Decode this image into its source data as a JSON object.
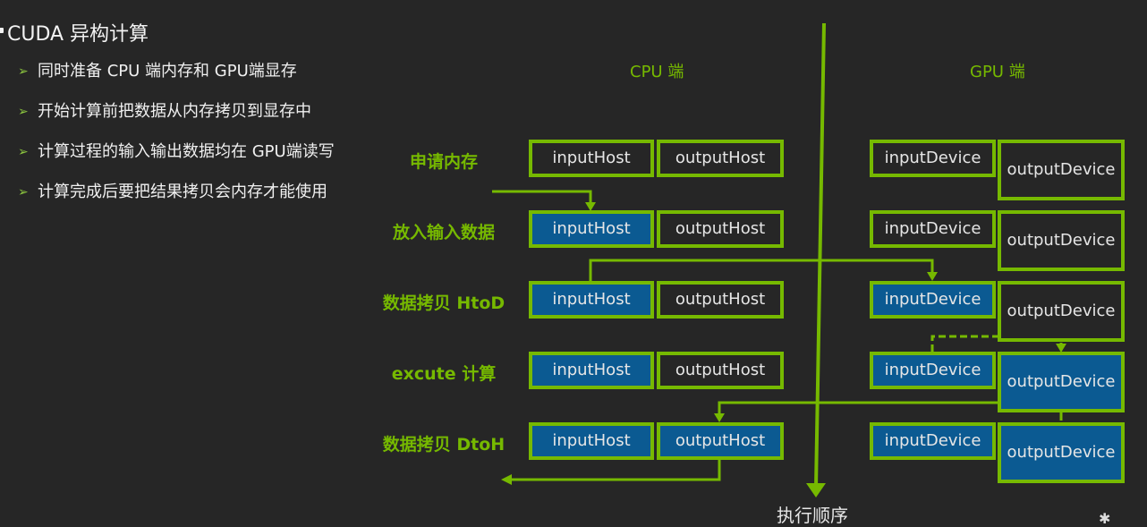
{
  "title": "CUDA 异构计算",
  "bullets": [
    "同时准备 CPU 端内存和 GPU端显存",
    "开始计算前把数据从内存拷贝到显存中",
    "计算过程的输入输出数据均在 GPU端读写",
    "计算完成后要把结果拷贝会内存才能使用"
  ],
  "diagram": {
    "cpu_header": "CPU 端",
    "gpu_header": "GPU 端",
    "exec_label": "执行顺序",
    "rows": [
      {
        "label": "申请内存",
        "cells": [
          {
            "text": "inputHost",
            "filled": false
          },
          {
            "text": "outputHost",
            "filled": false
          },
          {
            "text": "inputDevice",
            "filled": false
          },
          {
            "text": "outputDevice",
            "filled": false
          }
        ]
      },
      {
        "label": "放入输入数据",
        "cells": [
          {
            "text": "inputHost",
            "filled": true
          },
          {
            "text": "outputHost",
            "filled": false
          },
          {
            "text": "inputDevice",
            "filled": false
          },
          {
            "text": "outputDevice",
            "filled": false
          }
        ]
      },
      {
        "label": "数据拷贝 HtoD",
        "cells": [
          {
            "text": "inputHost",
            "filled": true
          },
          {
            "text": "outputHost",
            "filled": false
          },
          {
            "text": "inputDevice",
            "filled": true
          },
          {
            "text": "outputDevice",
            "filled": false
          }
        ]
      },
      {
        "label": "excute 计算",
        "cells": [
          {
            "text": "inputHost",
            "filled": true
          },
          {
            "text": "outputHost",
            "filled": false
          },
          {
            "text": "inputDevice",
            "filled": true
          },
          {
            "text": "outputDevice",
            "filled": true
          }
        ]
      },
      {
        "label": "数据拷贝 DtoH",
        "cells": [
          {
            "text": "inputHost",
            "filled": true
          },
          {
            "text": "outputHost",
            "filled": true
          },
          {
            "text": "inputDevice",
            "filled": true
          },
          {
            "text": "outputDevice",
            "filled": true
          }
        ]
      }
    ]
  },
  "colors": {
    "accent": "#76b900",
    "fill": "#0b5a92",
    "background": "#262626"
  }
}
